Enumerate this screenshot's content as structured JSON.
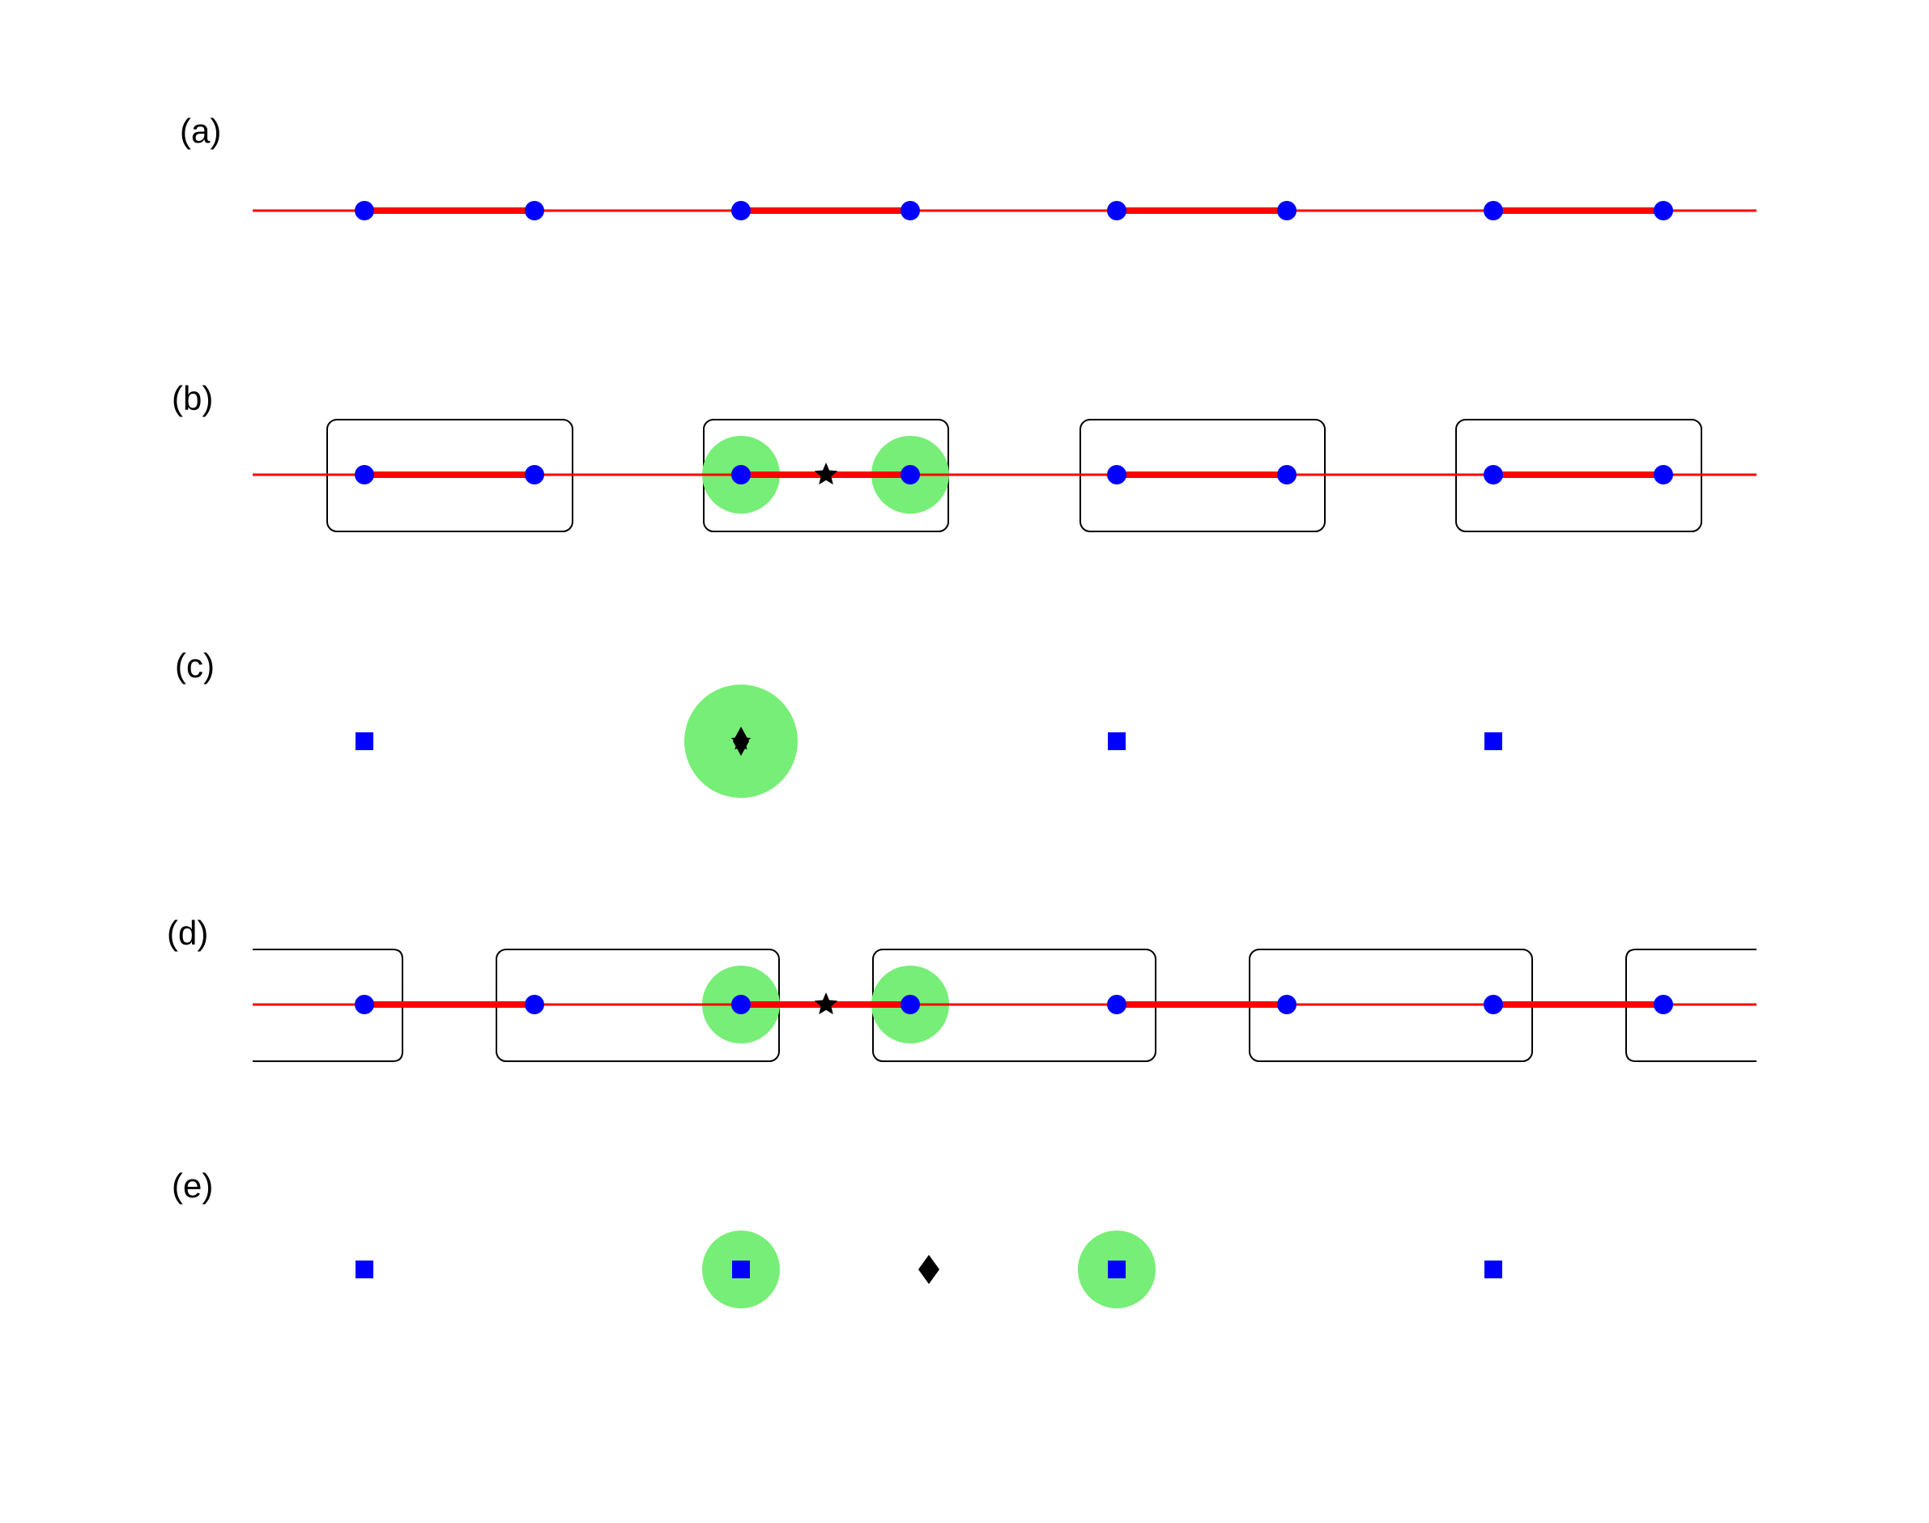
{
  "colors": {
    "chain": "#ff0000",
    "site": "#0000ff",
    "halo": "#77ee77",
    "block": "#000000",
    "marker": "#000000",
    "background": "#ffffff"
  },
  "panels": [
    {
      "id": "a",
      "label": "(a)"
    },
    {
      "id": "b",
      "label": "(b)"
    },
    {
      "id": "c",
      "label": "(c)"
    },
    {
      "id": "d",
      "label": "(d)"
    },
    {
      "id": "e",
      "label": "(e)"
    }
  ],
  "icons": {
    "site": "filled-circle",
    "reduced_site": "filled-square",
    "bond_center": "star",
    "effective_site": "filled-diamond"
  }
}
